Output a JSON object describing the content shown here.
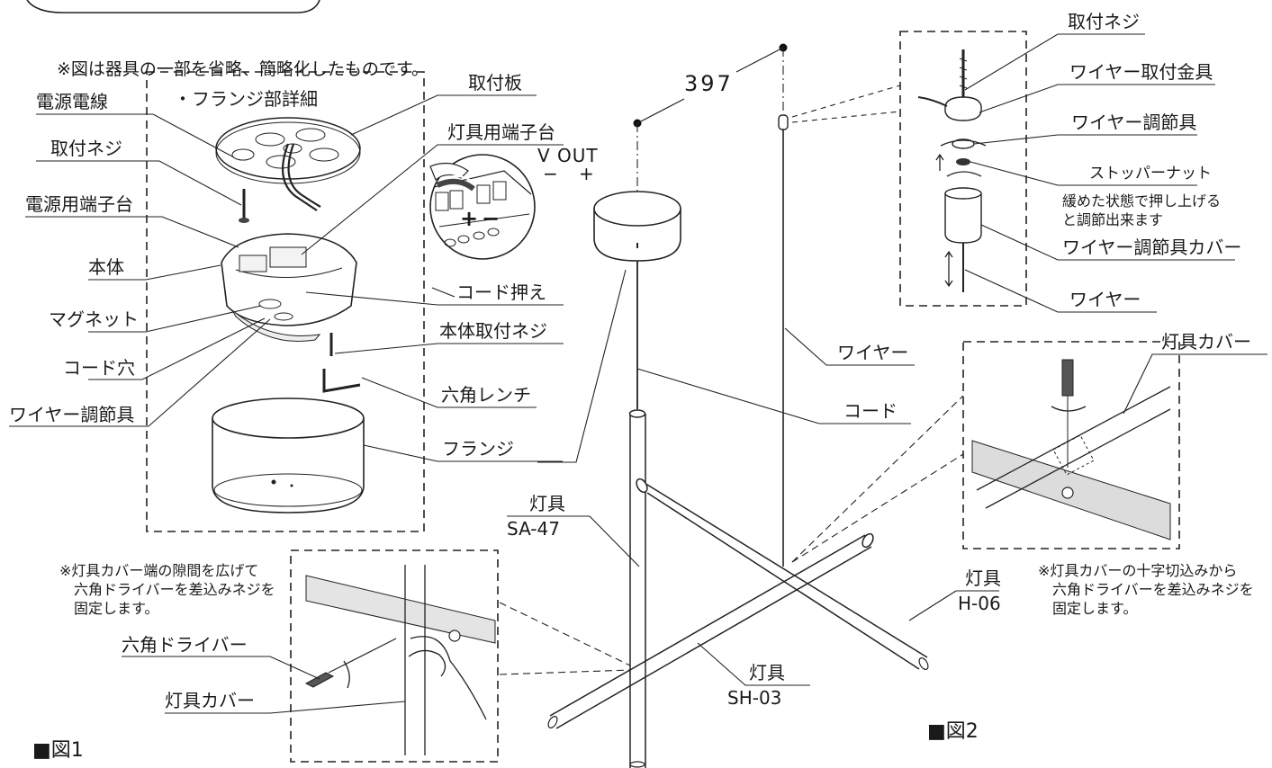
{
  "caption_note": "※図は器具の一部を省略、簡略化したものです。",
  "flange_detail_title": "・フランジ部詳細",
  "dimension": "397",
  "fig1_label": "■図1",
  "fig2_label": "■図2",
  "left_labels": {
    "power_wire": "電源電線",
    "mount_screw": "取付ネジ",
    "power_terminal": "電源用端子台",
    "body": "本体",
    "magnet": "マグネット",
    "cord_hole": "コード穴",
    "wire_adjuster": "ワイヤー調節具"
  },
  "right_of_flange_labels": {
    "mount_plate": "取付板",
    "lamp_terminal": "灯具用端子台",
    "cord_clamp": "コード押え",
    "body_screw": "本体取付ネジ",
    "hex_wrench": "六角レンチ",
    "flange": "フランジ"
  },
  "terminal_detail": {
    "v_out": "V OUT",
    "minus_top": "−",
    "plus_top": "+",
    "plus_mark": "+",
    "minus_mark": "−"
  },
  "main_labels": {
    "wire": "ワイヤー",
    "cord": "コード"
  },
  "lamps": [
    {
      "name": "灯具",
      "model": "SA-47"
    },
    {
      "name": "灯具",
      "model": "SH-03"
    },
    {
      "name": "灯具",
      "model": "H-06"
    }
  ],
  "detail1": {
    "note": "※灯具カバー端の隙間を広げて\n　六角ドライバーを差込みネジを\n　固定します。",
    "hex_driver": "六角ドライバー",
    "lamp_cover": "灯具カバー"
  },
  "wire_detail": {
    "mount_screw": "取付ネジ",
    "wire_fitting": "ワイヤー取付金具",
    "wire_adjuster": "ワイヤー調節具",
    "stopper_nut": "ストッパーナット",
    "stopper_note": "緩めた状態で押し上げる\nと調節出来ます",
    "adjuster_cover": "ワイヤー調節具カバー",
    "wire": "ワイヤー"
  },
  "detail2": {
    "lamp_cover": "灯具カバー",
    "note": "※灯具カバーの十字切込みから\n　六角ドライバーを差込みネジを\n　固定します。"
  }
}
